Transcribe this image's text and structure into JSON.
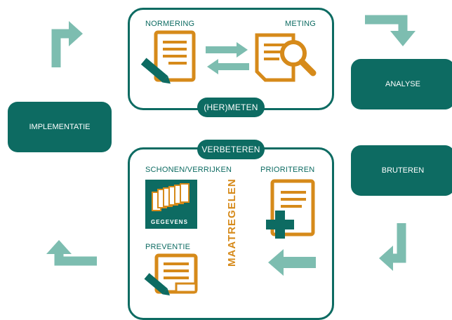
{
  "colors": {
    "primary": "#0d6b62",
    "accent": "#d68a1a",
    "arrow": "#7dbdb0"
  },
  "top_box": {
    "normering": "NORMERING",
    "meting": "METING",
    "pill": "(HER)METEN"
  },
  "bottom_box": {
    "pill": "VERBETEREN",
    "schonen": "SCHONEN/VERRIJKEN",
    "prioriteren": "PRIORITEREN",
    "preventie": "PREVENTIE",
    "maatregelen": "MAATREGELEN",
    "gegevens": "GEGEVENS"
  },
  "side_boxes": {
    "analyse": "ANALYSE",
    "bruteren": "BRUTEREN",
    "implementatie": "IMPLEMENTATIE"
  },
  "icons": [
    "document-pencil-icon",
    "document-magnifier-icon",
    "swap-arrows-icon",
    "data-stack-icon",
    "document-plus-icon",
    "document-edit-icon",
    "arrow-left-icon",
    "arrow-up-right-icon",
    "arrow-down-right-icon",
    "arrow-down-left-icon",
    "arrow-up-left-icon"
  ]
}
